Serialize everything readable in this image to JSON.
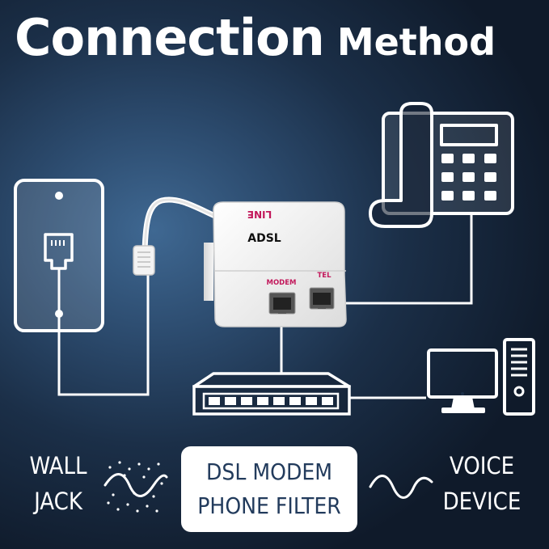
{
  "title": {
    "main": "Connection",
    "sub": "Method"
  },
  "splitter": {
    "line_label": "LINE",
    "product_label": "ADSL",
    "modem_port_label": "MODEM",
    "tel_port_label": "TEL",
    "accent_color": "#c2185b"
  },
  "labels": {
    "wall_jack": [
      "WALL",
      "JACK"
    ],
    "center": [
      "DSL MODEM",
      "PHONE FILTER"
    ],
    "voice_device": [
      "VOICE",
      "DEVICE"
    ]
  },
  "icons": [
    "wall-jack-icon",
    "telephone-icon",
    "network-switch-icon",
    "computer-monitor-icon",
    "computer-tower-icon",
    "noisy-wave-icon",
    "clean-wave-icon"
  ]
}
